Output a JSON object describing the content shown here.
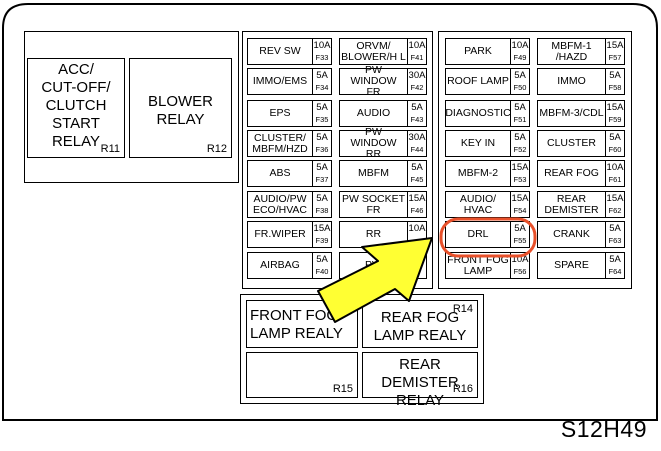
{
  "diagram_code": "S12H49",
  "left_relays": [
    {
      "name": "ACC/\nCUT-OFF/\nCLUTCH\nSTART\nRELAY",
      "id": "R11"
    },
    {
      "name": "BLOWER\nRELAY",
      "id": "R12"
    }
  ],
  "middle_fuses": [
    {
      "name": "REV SW",
      "amp": "10A",
      "id": "F33"
    },
    {
      "name": "ORVM/\nBLOWER/H L",
      "amp": "10A",
      "id": "F41"
    },
    {
      "name": "IMMO/EMS",
      "amp": "5A",
      "id": "F34"
    },
    {
      "name": "PW WINDOW\nFR",
      "amp": "30A",
      "id": "F42"
    },
    {
      "name": "EPS",
      "amp": "5A",
      "id": "F35"
    },
    {
      "name": "AUDIO",
      "amp": "5A",
      "id": "F43"
    },
    {
      "name": "CLUSTER/\nMBFM/HZD",
      "amp": "5A",
      "id": "F36"
    },
    {
      "name": "PW WINDOW\nRR",
      "amp": "30A",
      "id": "F44"
    },
    {
      "name": "ABS",
      "amp": "5A",
      "id": "F37"
    },
    {
      "name": "MBFM",
      "amp": "5A",
      "id": "F45"
    },
    {
      "name": "AUDIO/PW\nECO/HVAC",
      "amp": "5A",
      "id": "F38"
    },
    {
      "name": "PW SOCKET\nFR",
      "amp": "15A",
      "id": "F46"
    },
    {
      "name": "FR.WIPER",
      "amp": "15A",
      "id": "F39"
    },
    {
      "name": "RR",
      "amp": "10A",
      "id": ""
    },
    {
      "name": "AIRBAG",
      "amp": "5A",
      "id": "F40"
    },
    {
      "name": "PW",
      "amp": "",
      "id": ""
    }
  ],
  "right_fuses": [
    {
      "name": "PARK",
      "amp": "10A",
      "id": "F49"
    },
    {
      "name": "MBFM-1\n/HAZD",
      "amp": "15A",
      "id": "F57"
    },
    {
      "name": "ROOF LAMP",
      "amp": "5A",
      "id": "F50"
    },
    {
      "name": "IMMO",
      "amp": "5A",
      "id": "F58"
    },
    {
      "name": "DIAGNOSTIC",
      "amp": "5A",
      "id": "F51"
    },
    {
      "name": "MBFM-3/CDL",
      "amp": "15A",
      "id": "F59"
    },
    {
      "name": "KEY IN",
      "amp": "5A",
      "id": "F52"
    },
    {
      "name": "CLUSTER",
      "amp": "5A",
      "id": "F60"
    },
    {
      "name": "MBFM-2",
      "amp": "15A",
      "id": "F53"
    },
    {
      "name": "REAR FOG",
      "amp": "10A",
      "id": "F61"
    },
    {
      "name": "AUDIO/\nHVAC",
      "amp": "15A",
      "id": "F54"
    },
    {
      "name": "REAR\nDEMISTER",
      "amp": "15A",
      "id": "F62"
    },
    {
      "name": "DRL",
      "amp": "5A",
      "id": "F55"
    },
    {
      "name": "CRANK",
      "amp": "5A",
      "id": "F63"
    },
    {
      "name": "FRONT FOG\nLAMP",
      "amp": "10A",
      "id": "F56"
    },
    {
      "name": "SPARE",
      "amp": "5A",
      "id": "F64"
    }
  ],
  "bottom_relays": [
    {
      "name": "FRONT FOG\nLAMP REALY",
      "id": ""
    },
    {
      "name": "REAR FOG\nLAMP REALY",
      "id": "R14"
    },
    {
      "name": "",
      "id": "R15"
    },
    {
      "name": "REAR DEMISTER\nRELAY",
      "id": "R16"
    }
  ],
  "highlight": {
    "target_id": "F55",
    "circle_color": "#e8502a",
    "arrow_color": "#ffff33"
  }
}
